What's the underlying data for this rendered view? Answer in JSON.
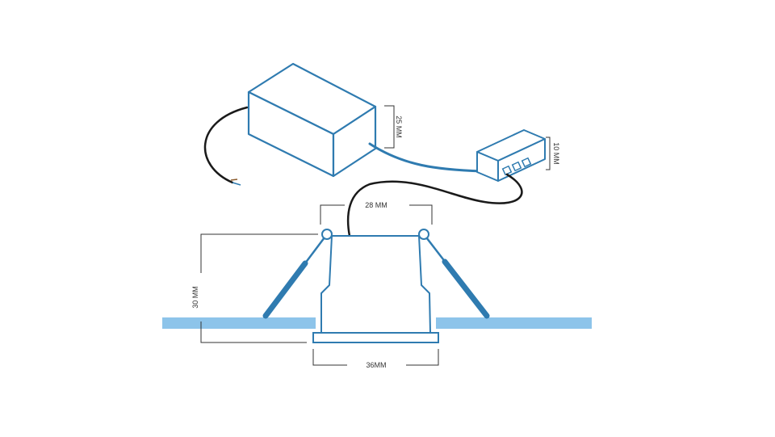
{
  "diagram": {
    "colors": {
      "outline": "#2f7bb0",
      "cable": "#1a1a1a",
      "ceiling": "#8dc4ea",
      "dimension": "#333333"
    },
    "dimensions": {
      "driver_height": "25 MM",
      "junction_height": "10 MM",
      "inner_width": "28 MM",
      "height": "30 MM",
      "flange_width": "36MM"
    }
  }
}
